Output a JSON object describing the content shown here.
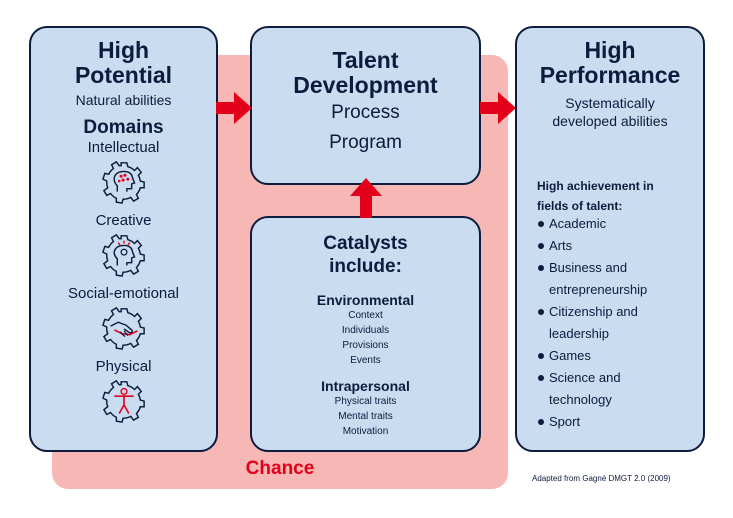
{
  "left": {
    "title_line1": "High",
    "title_line2": "Potential",
    "subtitle": "Natural abilities",
    "domains_heading": "Domains",
    "domains": [
      {
        "label": "Intellectual",
        "icon": "brain-gear-icon"
      },
      {
        "label": "Creative",
        "icon": "idea-head-gear-icon"
      },
      {
        "label": "Social-emotional",
        "icon": "handshake-gear-icon"
      },
      {
        "label": "Physical",
        "icon": "body-gear-icon"
      }
    ]
  },
  "middle": {
    "title_line1": "Talent",
    "title_line2": "Development",
    "line1": "Process",
    "line2": "Program"
  },
  "catalysts": {
    "title_line1": "Catalysts",
    "title_line2": "include:",
    "environmental_heading": "Environmental",
    "environmental_items": [
      "Context",
      "Individuals",
      "Provisions",
      "Events"
    ],
    "intrapersonal_heading": "Intrapersonal",
    "intrapersonal_items": [
      "Physical traits",
      "Mental traits",
      "Motivation"
    ]
  },
  "right": {
    "title_line1": "High",
    "title_line2": "Performance",
    "subtitle_line1": "Systematically",
    "subtitle_line2": "developed abilities",
    "fields_title_line1": "High achievement in",
    "fields_title_line2": "fields of talent:",
    "fields": [
      {
        "line1": "Academic",
        "line2": ""
      },
      {
        "line1": "Arts",
        "line2": ""
      },
      {
        "line1": "Business and",
        "line2": "entrepreneurship"
      },
      {
        "line1": "Citizenship and",
        "line2": "leadership"
      },
      {
        "line1": "Games",
        "line2": ""
      },
      {
        "line1": "Science and",
        "line2": "technology"
      },
      {
        "line1": "Sport",
        "line2": ""
      }
    ]
  },
  "chance_label": "Chance",
  "footnote": "Adapted from Gagné DMGT 2.0 (2009)",
  "colors": {
    "box_fill": "#c9dcf0",
    "outline": "#0d1b3d",
    "chance_fill": "#f7b7b5",
    "accent_red": "#e3001b"
  }
}
